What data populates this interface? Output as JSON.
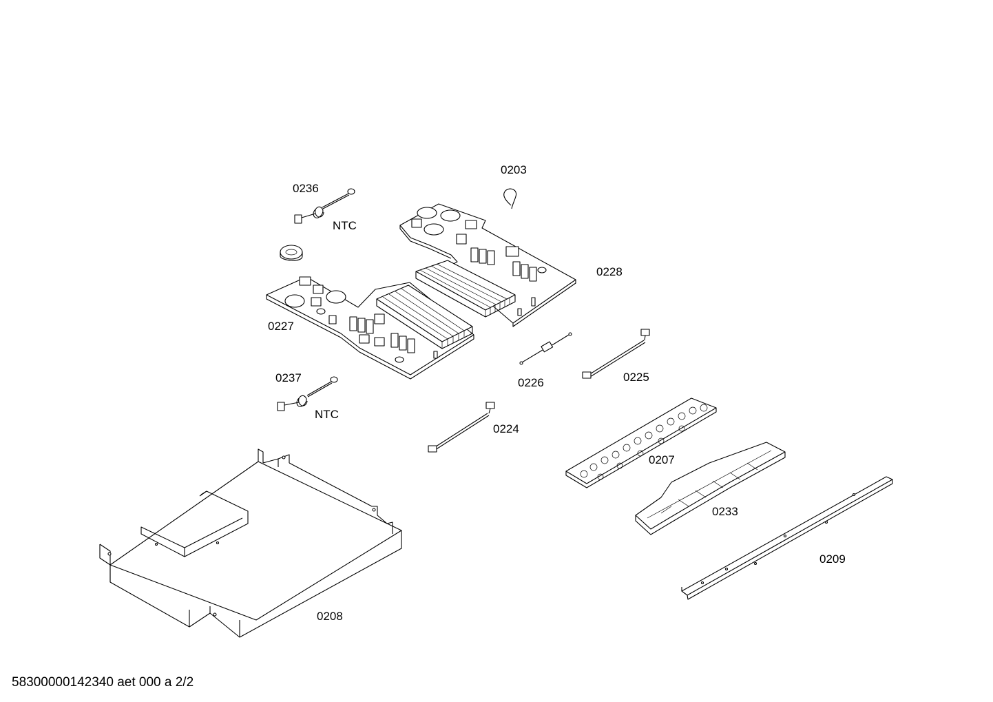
{
  "labels": {
    "p0203": "0203",
    "p0236": "0236",
    "ntc1": "NTC",
    "p0228": "0228",
    "p0227": "0227",
    "p0226": "0226",
    "p0225": "0225",
    "p0237": "0237",
    "ntc2": "NTC",
    "p0224": "0224",
    "p0207": "0207",
    "p0233": "0233",
    "p0209": "0209",
    "p0208": "0208"
  },
  "footer": "58300000142340 aet 000 a 2/2"
}
